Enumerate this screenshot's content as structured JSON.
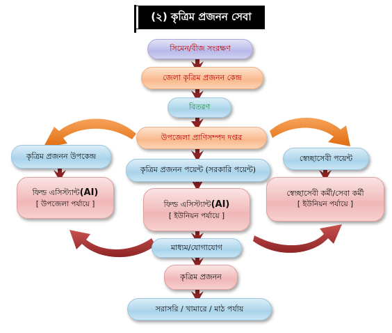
{
  "title": "(২) কৃত্রিম প্রজনন সেবা",
  "nodes": {
    "semen": "সিমেন/বীজ সংরক্ষণ",
    "district": "জেলা কৃত্রিম প্রজনন কেন্দ্র",
    "distribution": "বিতরণ",
    "upazila_office": "উপজেলা প্রাণিসম্পদ দপ্তর",
    "sub_center": "কৃত্রিম প্রজনন উপকেন্দ্র",
    "ai_point_govt": "কৃত্রিম প্রজনন পয়েন্ট (সরকারি পয়েন্ট)",
    "volunteer_point": "স্বেচ্ছাসেবী পয়েন্ট",
    "fa_left_line1": "ফিল্ড এসিস্ট্যান্ট",
    "fa_left_ai": "(AI)",
    "fa_left_line2": "[ উপজেলা পর্যায়ে ]",
    "fa_mid_line1": "ফিল্ড এসিস্ট্যান্ট",
    "fa_mid_ai": "(AI)",
    "fa_mid_line2": "[ ইউনিয়ন পর্যায়ে ]",
    "vol_worker_line1": "স্বেচ্ছাসেবী কর্মী/সেবা কর্মী",
    "vol_worker_line2": "[ ইউনিয়ন পর্যায়ে ]",
    "medium": "মাধ্যম/যোগাযোগ",
    "ai_service": "কৃত্রিম প্রজনন",
    "direct": "সরাসরি / খামারে / মাঠ পর্যায়"
  },
  "colors": {
    "title_bg": "#000000",
    "connector_arrow": "#8b2323",
    "curved_orange": "#f07f1e",
    "curved_red": "#b03a3a",
    "text_red": "#c00000",
    "text_green": "#1b8f3a"
  }
}
